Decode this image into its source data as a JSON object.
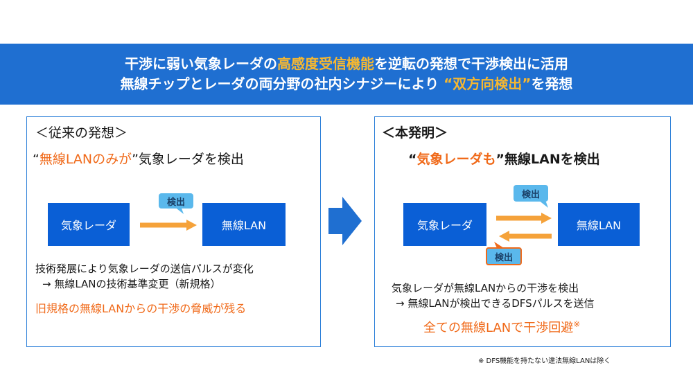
{
  "banner": {
    "line1_a": "干渉に弱い気象レーダの",
    "line1_hl": "高感度受信機能",
    "line1_b": "を逆転の発想で干渉検出に活用",
    "line2_a": "無線チップとレーダの両分野の社内シナジーにより ",
    "line2_hl": "“双方向検出”",
    "line2_b": "を発想"
  },
  "conventional": {
    "heading": "＜従来の発想＞",
    "tag_quote_open": "“",
    "tag_hl": "無線LANのみが",
    "tag_rest": "”気象レーダを検出",
    "box_radar": "気象レーダ",
    "box_lan": "無線LAN",
    "callout": "検出",
    "text1": "技術発展により気象レーダの送信パルスが変化",
    "text2": "→ 無線LANの技術基準変更（新規格）",
    "warning": "旧規格の無線LANからの干渉の脅威が残る"
  },
  "invention": {
    "heading": "＜本発明＞",
    "tag_quote_open": "“",
    "tag_hl": "気象レーダも",
    "tag_rest": "”無線LANを検出",
    "box_radar": "気象レーダ",
    "box_lan": "無線LAN",
    "callout_top": "検出",
    "callout_bottom": "検出",
    "text1": "気象レーダが無線LANからの干渉を検出",
    "text2": "→ 無線LANが検出できるDFSパルスを送信",
    "result": "全ての無線LANで干渉回避",
    "result_mark": "※",
    "footnote": "※ DFS機能を持たない違法無線LANは除く"
  },
  "colors": {
    "banner": "#1f6fd1",
    "highlight_yellow": "#f5b731",
    "orange": "#f06a1a",
    "box_blue": "#0a5fd6",
    "callout_blue": "#5ab8ec",
    "panel_border": "#2b7fd8"
  },
  "icons": {
    "transition_arrow": "right-chevron-arrow-icon",
    "detect_arrow": "right-arrow-icon",
    "reverse_arrow": "left-arrow-icon"
  }
}
